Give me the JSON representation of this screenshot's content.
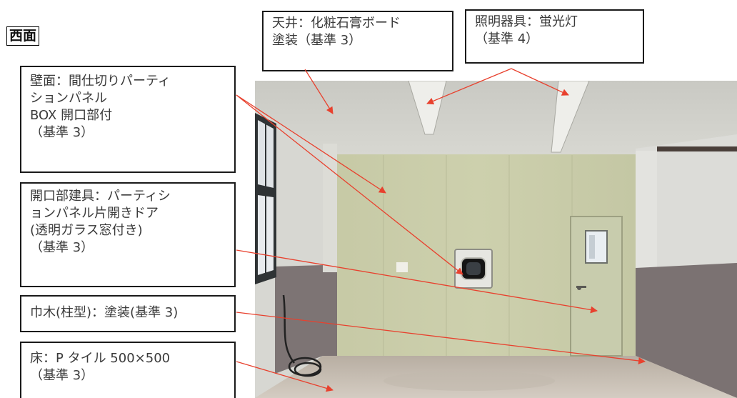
{
  "view_title": "西面",
  "annotations": {
    "ceiling": {
      "line1": "天井：化粧石膏ボード",
      "line2": "塗装（基準 3）"
    },
    "lighting": {
      "line1": "照明器具：蛍光灯",
      "line2": "（基準 4）"
    },
    "wall": {
      "line1": "壁面：間仕切りパーティ",
      "line2": "ションパネル",
      "line3": "BOX 開口部付",
      "line4": "（基準 3）"
    },
    "door": {
      "line1": "開口部建具：パーティシ",
      "line2": "ョンパネル片開きドア",
      "line3": "(透明ガラス窓付き)",
      "line4": "（基準 3）"
    },
    "baseboard": {
      "line1": "巾木(柱型)：塗装(基準 3)"
    },
    "floor": {
      "line1": "床：P タイル 500×500",
      "line2": "（基準 3）"
    }
  },
  "colors": {
    "leader_line": "#e8412e",
    "box_border": "#1a1a1a"
  }
}
